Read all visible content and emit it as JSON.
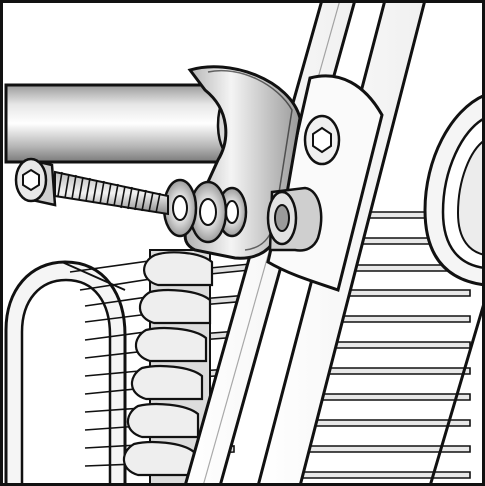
{
  "figure": {
    "kind": "technical assembly illustration",
    "style": "grayscale line art",
    "colors": {
      "outline": "#111111",
      "background": "#ffffff",
      "metal_light": "#f2f2f2",
      "metal_mid": "#c8c8c8",
      "metal_dark": "#8a8a8a",
      "shadow": "#5a5a5a"
    },
    "components": [
      "frame-border",
      "horizontal-tube",
      "mounting-bracket",
      "socket-head-bolt",
      "washers",
      "spacer-nut",
      "vertical-rail-left",
      "vertical-rail-right",
      "rail-hex-bolt",
      "spring-stack",
      "slatted-frame",
      "curved-loop-left",
      "curved-loop-right"
    ]
  }
}
